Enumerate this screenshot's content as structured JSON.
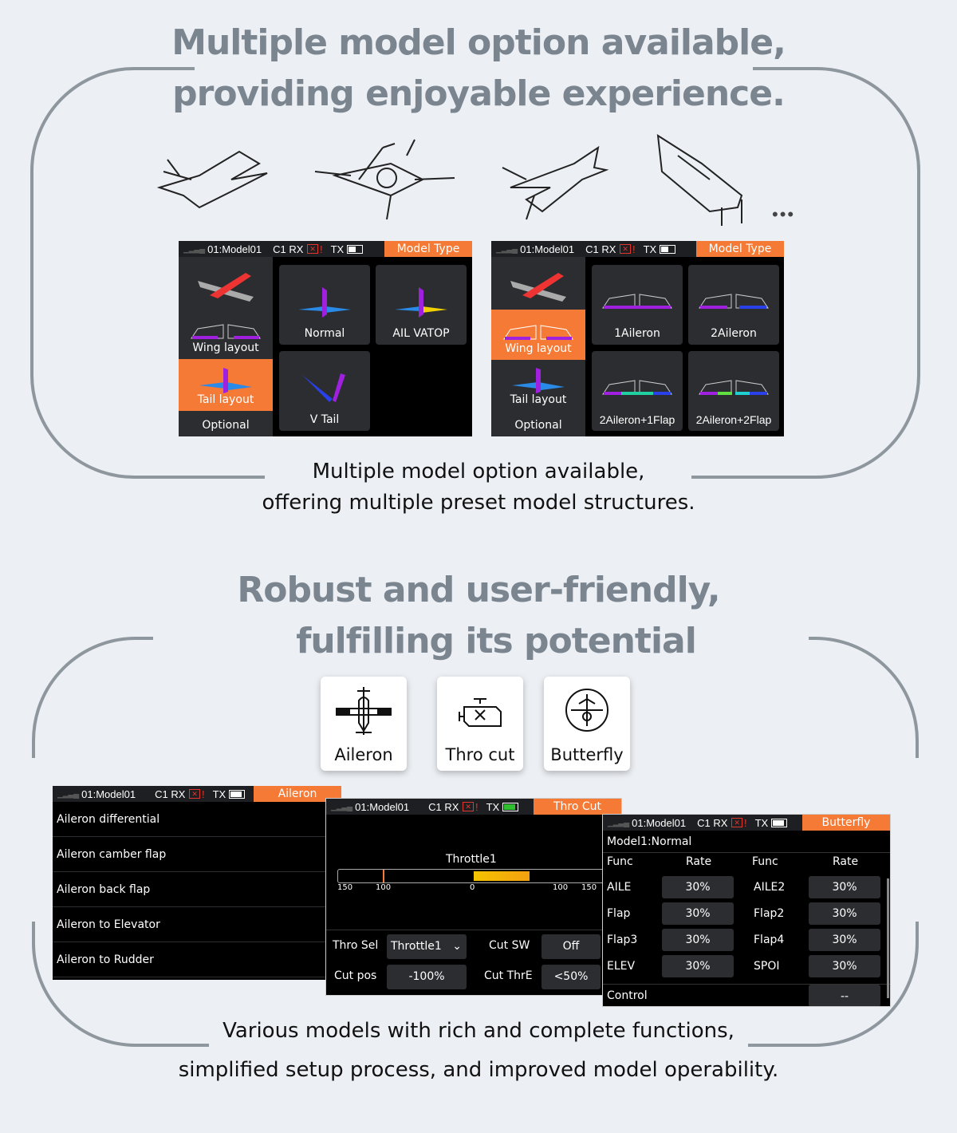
{
  "section1": {
    "title_line1": "Multiple model option available,",
    "title_line2": "providing enjoyable experience.",
    "ellipsis": "•••",
    "caption_line1": "Multiple model option available,",
    "caption_line2": "offering multiple preset model structures."
  },
  "status": {
    "model": "01:Model01",
    "channel": "C1 RX",
    "rx_mark": "✕",
    "bang": "!",
    "tx": "TX"
  },
  "screen1": {
    "mode": "Model Type",
    "left": [
      "Wing layout",
      "Tail layout",
      "Optional"
    ],
    "tiles": [
      "Normal",
      "AIL VATOP",
      "V Tail"
    ]
  },
  "screen2": {
    "mode": "Model Type",
    "left": [
      "Wing layout",
      "Tail layout",
      "Optional"
    ],
    "tiles": [
      "1Aileron",
      "2Aileron",
      "2Aileron+1Flap",
      "2Aileron+2Flap"
    ]
  },
  "section2": {
    "title_line1": "Robust and user-friendly,",
    "title_line2": "fulfilling its potential",
    "caption_line1": "Various models with rich and complete functions,",
    "caption_line2": "simplified setup process, and improved model operability."
  },
  "cards": [
    "Aileron",
    "Thro cut",
    "Butterfly"
  ],
  "aileron_screen": {
    "mode": "Aileron",
    "items": [
      "Aileron differential",
      "Aileron camber flap",
      "Aileron back flap",
      "Aileron to Elevator",
      "Aileron to Rudder"
    ]
  },
  "throcut_screen": {
    "mode": "Thro Cut",
    "bar_label": "Throttle1",
    "ticks": [
      "150",
      "100",
      "0",
      "100",
      "150"
    ],
    "throttle_value_pct": 42,
    "thro_sel_label": "Thro Sel",
    "thro_sel_value": "Throttle1",
    "cut_sw_label": "Cut SW",
    "cut_sw_value": "Off",
    "cut_pos_label": "Cut pos",
    "cut_pos_value": "-100%",
    "cut_thre_label": "Cut ThrE",
    "cut_thre_value": "<50%"
  },
  "butterfly_screen": {
    "mode": "Butterfly",
    "subtitle": "Model1:Normal",
    "headers": [
      "Func",
      "Rate",
      "Func",
      "Rate"
    ],
    "rows": [
      [
        "AILE",
        "30%",
        "AILE2",
        "30%"
      ],
      [
        "Flap",
        "30%",
        "Flap2",
        "30%"
      ],
      [
        "Flap3",
        "30%",
        "Flap4",
        "30%"
      ],
      [
        "ELEV",
        "30%",
        "SPOI",
        "30%"
      ]
    ],
    "control_label": "Control",
    "control_value": "--"
  },
  "colors": {
    "accent": "#f47a35",
    "title": "#7b858f",
    "purple": "#a020e0",
    "blue": "#2a8ae8"
  }
}
